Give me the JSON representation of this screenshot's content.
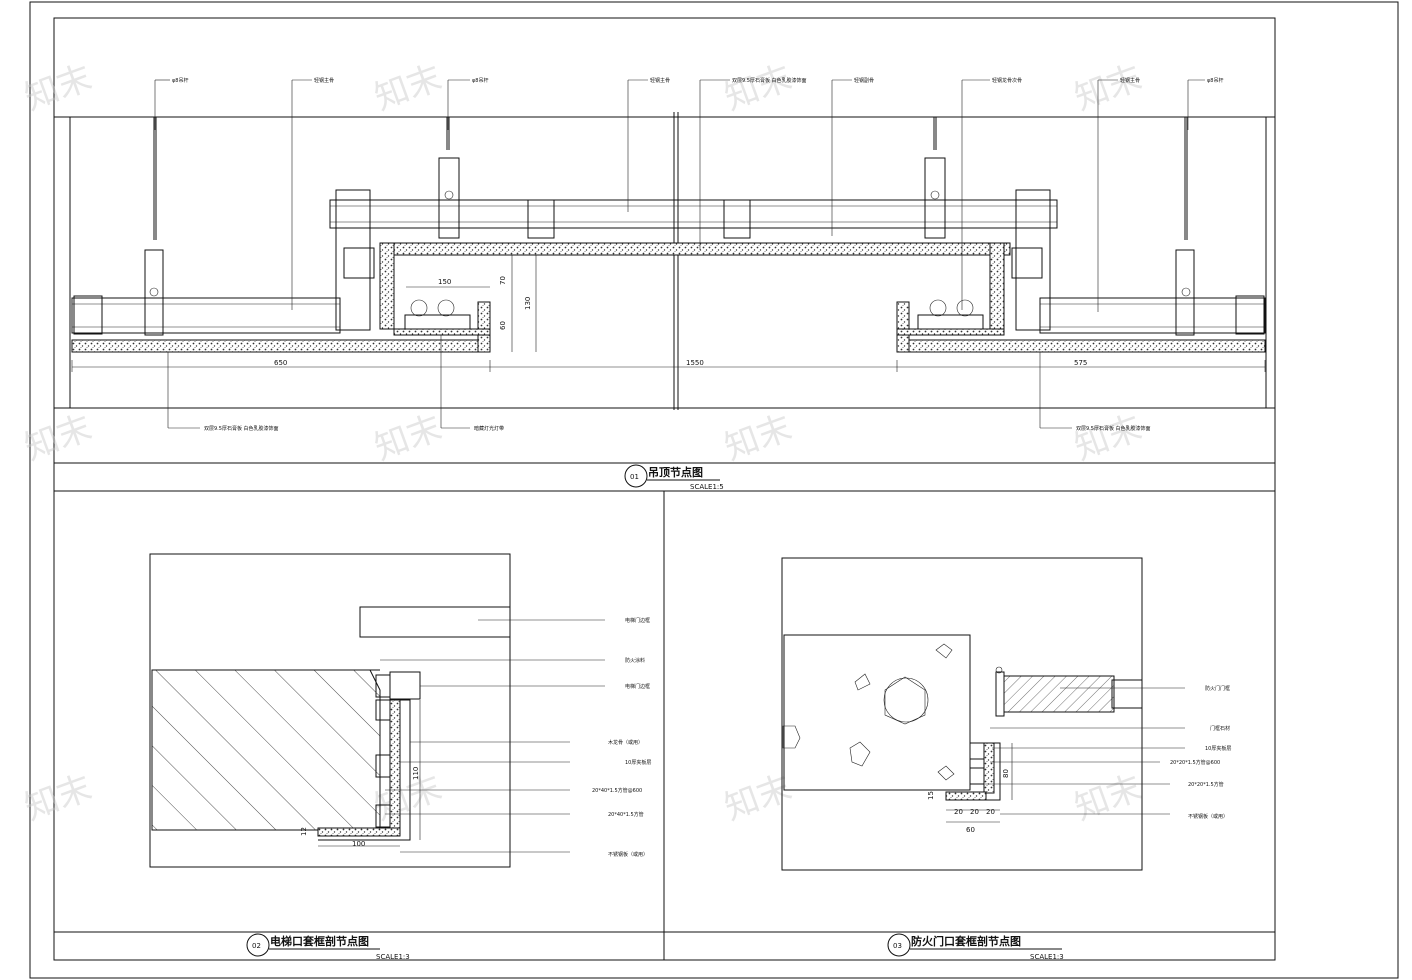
{
  "watermark": "知末",
  "drawings": [
    {
      "number": "01",
      "title": "吊顶节点图",
      "scale": "SCALE1:5",
      "dimensions": [
        "650",
        "1550",
        "575",
        "150",
        "70",
        "60",
        "130"
      ],
      "callouts_top": [
        "φ8吊杆",
        "轻钢主骨",
        "φ8吊杆",
        "轻钢主骨",
        "双层9.5厚石膏板\n白色乳胶漆饰面",
        "轻钢副骨",
        "轻钢龙骨次骨",
        "轻钢主骨",
        "φ8吊杆"
      ],
      "callouts_bottom": [
        "双层9.5厚石膏板\n白色乳胶漆饰面",
        "暗藏灯光灯带",
        "双层9.5厚石膏板\n白色乳胶漆饰面"
      ]
    },
    {
      "number": "02",
      "title": "电梯口套框剖节点图",
      "scale": "SCALE1:3",
      "dimensions": [
        "100",
        "110",
        "12"
      ],
      "callouts": [
        "电梯门边框",
        "防火涂料",
        "电梯门边框",
        "木龙骨（或用）",
        "10厚夹板层",
        "20*40*1.5方管@600",
        "20*40*1.5方管",
        "不锈钢板（或用）"
      ]
    },
    {
      "number": "03",
      "title": "防火门口套框剖节点图",
      "scale": "SCALE1:3",
      "dimensions": [
        "60",
        "20",
        "20",
        "20",
        "15",
        "80"
      ],
      "callouts": [
        "防火门门框",
        "门框石材",
        "10厚夹板层",
        "20*20*1.5方管@600",
        "20*20*1.5方管",
        "不锈钢板（或用）"
      ]
    }
  ]
}
